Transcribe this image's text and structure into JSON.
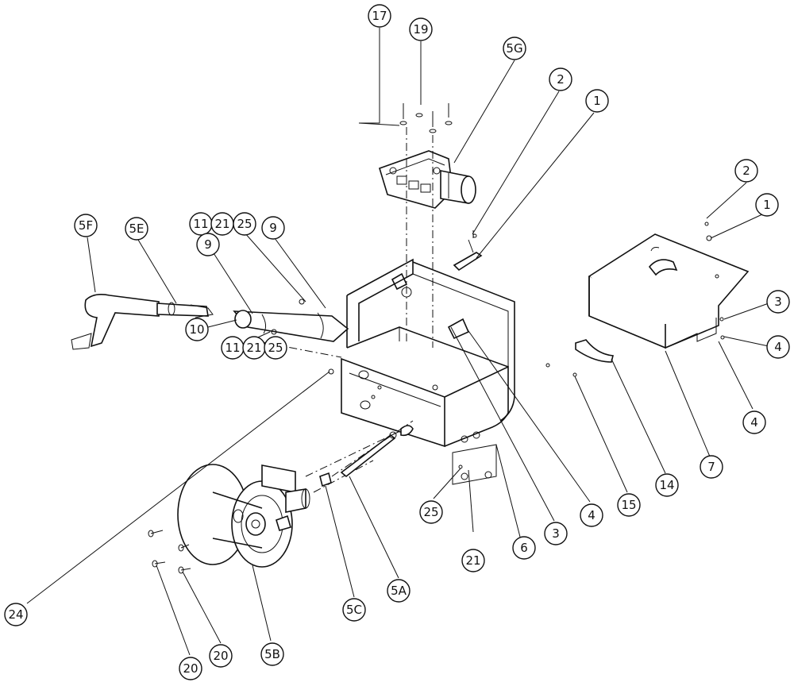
{
  "callouts": [
    {
      "id": "c-17",
      "label": "17"
    },
    {
      "id": "c-19",
      "label": "19"
    },
    {
      "id": "c-5g",
      "label": "5G"
    },
    {
      "id": "c-2a",
      "label": "2"
    },
    {
      "id": "c-1a",
      "label": "1"
    },
    {
      "id": "c-2b",
      "label": "2"
    },
    {
      "id": "c-1b",
      "label": "1"
    },
    {
      "id": "c-5f",
      "label": "5F"
    },
    {
      "id": "c-5e",
      "label": "5E"
    },
    {
      "id": "c-11a",
      "label": "11"
    },
    {
      "id": "c-21a",
      "label": "21"
    },
    {
      "id": "c-25a",
      "label": "25"
    },
    {
      "id": "c-9a",
      "label": "9"
    },
    {
      "id": "c-9b",
      "label": "9"
    },
    {
      "id": "c-10",
      "label": "10"
    },
    {
      "id": "c-11b",
      "label": "11"
    },
    {
      "id": "c-21b",
      "label": "21"
    },
    {
      "id": "c-25b",
      "label": "25"
    },
    {
      "id": "c-3a",
      "label": "3"
    },
    {
      "id": "c-4a",
      "label": "4"
    },
    {
      "id": "c-4b",
      "label": "4"
    },
    {
      "id": "c-7",
      "label": "7"
    },
    {
      "id": "c-14",
      "label": "14"
    },
    {
      "id": "c-15",
      "label": "15"
    },
    {
      "id": "c-4c",
      "label": "4"
    },
    {
      "id": "c-3b",
      "label": "3"
    },
    {
      "id": "c-6",
      "label": "6"
    },
    {
      "id": "c-25c",
      "label": "25"
    },
    {
      "id": "c-21c",
      "label": "21"
    },
    {
      "id": "c-24",
      "label": "24"
    },
    {
      "id": "c-5a",
      "label": "5A"
    },
    {
      "id": "c-5c",
      "label": "5C"
    },
    {
      "id": "c-5b",
      "label": "5B"
    },
    {
      "id": "c-20a",
      "label": "20"
    },
    {
      "id": "c-20b",
      "label": "20"
    }
  ]
}
